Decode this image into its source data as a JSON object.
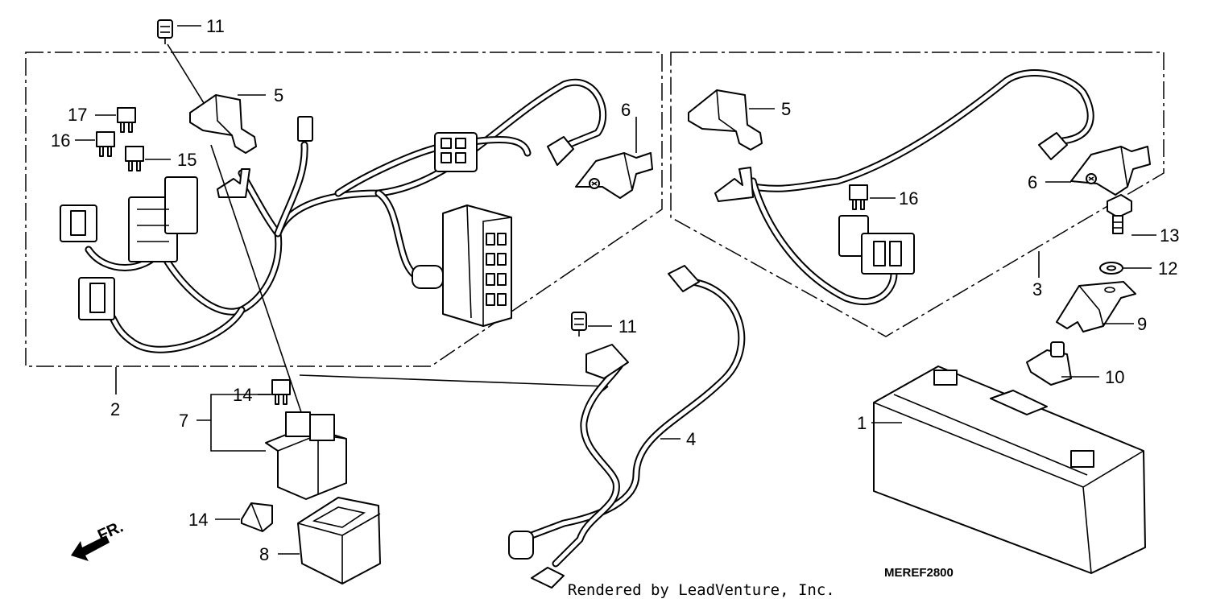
{
  "callouts": {
    "c11a": "11",
    "c5a": "5",
    "c17": "17",
    "c16a": "16",
    "c15": "15",
    "c6a": "6",
    "c2": "2",
    "c14a": "14",
    "c7": "7",
    "c14b": "14",
    "c8": "8",
    "c11b": "11",
    "c4": "4",
    "c5b": "5",
    "c6b": "6",
    "c16b": "16",
    "c3": "3",
    "c13": "13",
    "c12": "12",
    "c9": "9",
    "c10": "10",
    "c1": "1"
  },
  "front_marker": "FR.",
  "diagram_code": "MEREF2800",
  "credit": "Rendered by LeadVenture, Inc."
}
